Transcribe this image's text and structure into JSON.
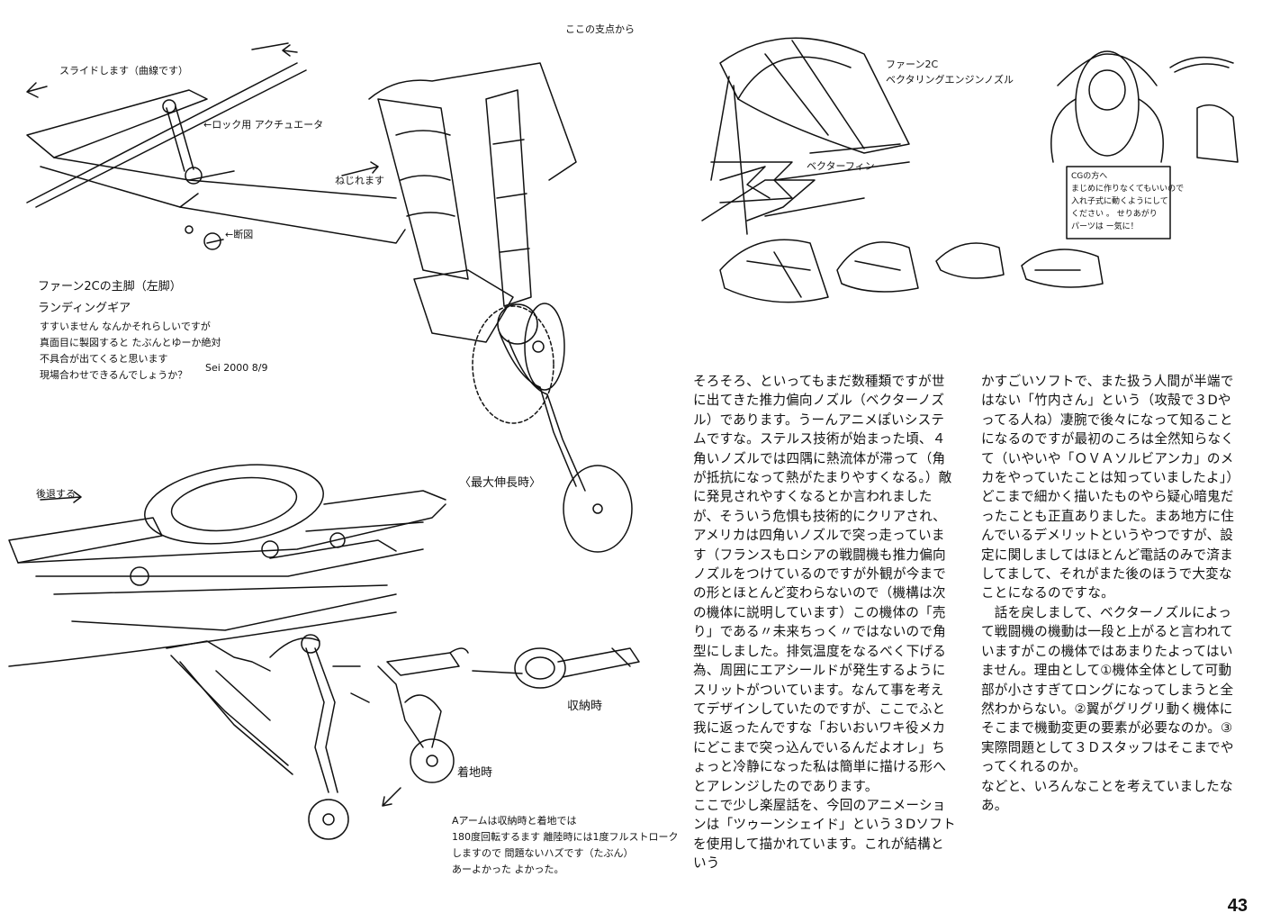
{
  "left_sketch_notes": {
    "top_right_note": "ここの支点から",
    "slide_note": "スライドします（曲線です）",
    "lock_actuator": "←ロック用\nアクチュエータ",
    "twist_note": "ねじれます",
    "cross_section": "←断図",
    "title": "ファーン2Cの主脚（左脚）",
    "subtitle": "ランディングギア",
    "apology_lines": [
      "すすいません なんかそれらしいですが",
      "真面目に製図すると たぶんとゆーか絶対",
      "不具合が出てくると思います",
      "現場合わせできるんでしょうか？"
    ],
    "signature": "Sei 2000 8/9",
    "max_extension": "〈最大伸長時〉",
    "retract_note": "後退する",
    "retracted_label": "収納時",
    "landing_label": "着地時",
    "bottom_note_lines": [
      "Aアームは収納時と着地では",
      "180度回転するます 離陸時には1度フルストローク",
      "しますので 問題ないハズです（たぶん）",
      "あーよかった よかった。"
    ]
  },
  "right_sketch_notes": {
    "engine_title": "ファーン2C",
    "engine_subtitle": "ベクタリングエンジンノズル",
    "vector_fin": "ベクターフィン",
    "cg_note_lines": [
      "CGの方へ",
      "まじめに作りなくてもいいので",
      "入れ子式に動くようにして",
      "ください 。 せりあがり",
      "パーツは ー気に！"
    ]
  },
  "article": {
    "column1": "そろそろ、といってもまだ数種類ですが世に出てきた推力偏向ノズル（ベクターノズル）であります。うーんアニメぽいシステムですな。ステルス技術が始まった頃、４角いノズルでは四隅に熱流体が滞って（角が抵抗になって熱がたまりやすくなる。）敵に発見されやすくなるとか言われましたが、そういう危惧も技術的にクリアされ、アメリカは四角いノズルで突っ走っています（フランスもロシアの戦闘機も推力偏向ノズルをつけているのですが外観が今までの形とほとんど変わらないので（機構は次の機体に説明しています）この機体の「売り」である〃未来ちっく〃ではないので角型にしました。排気温度をなるべく下げる為、周囲にエアシールドが発生するようにスリットがついています。なんて事を考えてデザインしていたのですが、ここでふと我に返ったんですな「おいおいワキ役メカにどこまで突っ込んでいるんだよオレ」ちょっと冷静になった私は簡単に描ける形へとアレンジしたのであります。\nここで少し楽屋話を、今回のアニメーションは「ツゥーンシェイド」という３Dソフトを使用して描かれています。これが結構という",
    "column2": "かすごいソフトで、また扱う人間が半端ではない「竹内さん」という（攻殻で３Dやってる人ね）凄腕で後々になって知ることになるのですが最初のころは全然知らなくて（いやいや「ＯＶＡソルビアンカ」のメカをやっていたことは知っていましたよ」）どこまで細かく描いたものやら疑心暗鬼だったことも正直ありました。まあ地方に住んでいるデメリットというやつですが、設定に関しましてはほとんど電話のみで済ましてまして、それがまた後のほうで大変なことになるのですな。\n　話を戻しまして、ベクターノズルによって戦闘機の機動は一段と上がると言われていますがこの機体ではあまりたよってはいません。理由として①機体全体として可動部が小さすぎてロングになってしまうと全然わからない。②翼がグリグリ動く機体にそこまで機動変更の要素が必要なのか。③実際問題として３Ｄスタッフはそこまでやってくれるのか。\nなどと、いろんなことを考えていましたなあ。"
  },
  "page_number": "43"
}
